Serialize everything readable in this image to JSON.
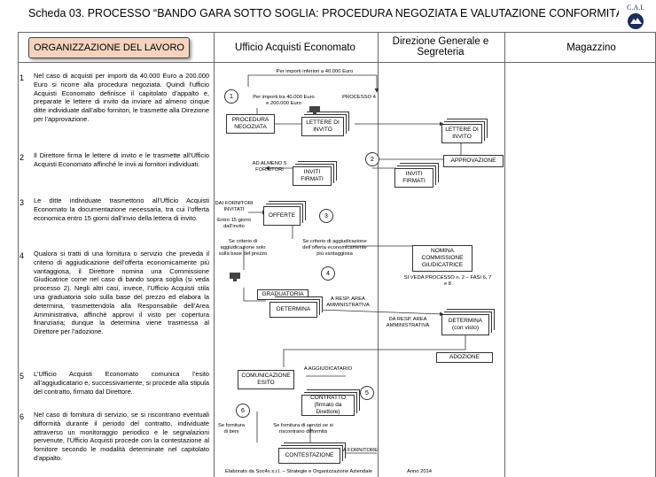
{
  "title": "Scheda 03. PROCESSO “BANDO GARA SOTTO SOGLIA: PROCEDURA NEGOZIATA E VALUTAZIONE CONFORMITÁ”",
  "logo_text": "C.A.I.",
  "columns": {
    "org": "ORGANIZZAZIONE DEL LAVORO",
    "ufficio": "Ufficio Acquisti Economato",
    "direzione": "Direzione Generale e Segreteria",
    "magazzino": "Magazzino"
  },
  "steps": [
    {
      "n": "1",
      "text": "Nel caso di acquisti per importi da 40.000 Euro a 200.000 Euro si ricorre alla procedura negoziata. Quindi l’ufficio Acquisti Economato definisce il capitolato d’appalto e, preparate le lettere di invito da inviare ad almeno cinque ditte individuate dall’albo fornitori, le trasmette alla Direzione per l’approvazione."
    },
    {
      "n": "2",
      "text": "Il Direttore firma le lettere di invito e le trasmette all’Ufficio Acquisti Economato affinché le invii ai fornitori individuati."
    },
    {
      "n": "3",
      "text": "Le ditte individuate trasmettono all’Ufficio Acquisti Economato la documentazione necessaria, tra cui l’offerta economica entro 15 giorni dall’invio della lettera di invito."
    },
    {
      "n": "4",
      "text": "Qualora si tratti di una fornitura o servizio che preveda il criterio di aggiudicazione dell’offerta economicamente più vantaggiosa, il Direttore nomina una Commissione Giudicatrice come nel caso di bando sopra soglia (si veda processo 2). Negli altri casi, invece, l’Ufficio Acquisti stila una graduatoria solo sulla base del prezzo ed elabora la determina, trasmettendola alla Responsabile dell’Area Amministrativa, affinché approvi il visto per copertura finanziaria; dunque la determina viene trasmessa al Direttore per l’adozione."
    },
    {
      "n": "5",
      "text": "L’Ufficio Acquisti Economato comunica l’esito all’aggiudicatario e, successivamente, si procede alla stipula del contratto, firmato dal Direttore."
    },
    {
      "n": "6",
      "text": "Nel caso di fornitura di servizio, se si riscontrano eventuali difformità durante il periodo del contratto, individuate attraverso un monitoraggio periodico e le segnalazioni pervenute, l’Ufficio Acquisti procede con la contestazione al fornitore secondo le modalità determinate nel capitolato d’appalto."
    }
  ],
  "flow": {
    "per_importi": "Per importi inferiori a 40.000 Euro",
    "per_importi2": "Per importi tra 40.000 Euro e 200.000 Euro",
    "processo4": "PROCESSO 4",
    "procedura": "PROCEDURA NEGOZIATA",
    "lettere1": "LETTERE DI INVITO",
    "lettere2": "LETTERE DI INVITO",
    "approvazione": "APPROVAZIONE",
    "ad_almeno": "AD ALMENO 5 FORNITORI",
    "inviti1": "INVITI FIRMATI",
    "inviti2": "INVITI FIRMATI",
    "dai_fornitori": "DAI FORNITORI INVITATI",
    "entro": "Entro 15 giorni dall’invito",
    "offerte": "OFFERTE",
    "se_criterio1": "Se criterio di aggiudicazione solo sulla base del prezzo",
    "se_criterio2": "Se criterio di aggiudicazione dell’offerta economicamente più vantaggiosa",
    "nomina": "NOMINA COMMISSIONE GIUDICATRICE",
    "si_veda": "SI VEDA PROCESSO n. 2 – FASI 6, 7 e 8",
    "graduatoria": "GRADUATORIA",
    "a_resp": "A RESP. AREA AMMINISTRATIVA",
    "determina1": "DETERMINA",
    "da_resp": "DA RESP. AREA AMMINISTRATIVA",
    "determina2": "DETERMINA (con visto)",
    "adozione": "ADOZIONE",
    "comunicazione": "COMUNICAZIONE ESITO",
    "a_aggiud": "A AGGIUDICATARIO",
    "contratto": "CONTRATTO (firmato da Direttore)",
    "se_fornitura": "Se fornitura di beni",
    "se_fornitura_serv": "Se fornitura di servizi se si riscontrano difformità",
    "contestazione": "CONTESTAZIONE",
    "a_fornitore": "A FORNITORE",
    "footer": "Elaborato da Soc4s s.r.l. – Strategie e Organizzazione Aziendale",
    "anno": "Anno 2014"
  },
  "markers": {
    "m1": "1",
    "m2": "2",
    "m3": "3",
    "m4": "4",
    "m5": "5",
    "m6": "6"
  }
}
